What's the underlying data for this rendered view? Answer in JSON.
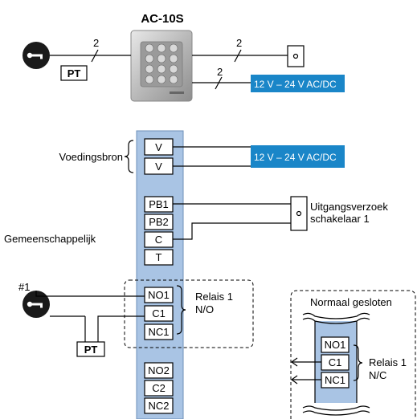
{
  "device": {
    "title": "AC-10S"
  },
  "top": {
    "wire_count_left": "2",
    "wire_count_right_top": "2",
    "wire_count_right_bottom": "2",
    "pt_label": "PT",
    "power_label": "12 V – 24 V AC/DC"
  },
  "power": {
    "label": "Voedingsbron",
    "terminals": [
      "V",
      "V"
    ],
    "supply_label": "12 V – 24 V AC/DC"
  },
  "common": {
    "label": "Gemeenschappelijk",
    "terminals": [
      "PB1",
      "PB2",
      "C",
      "T"
    ],
    "exit_label_line1": "Uitgangsverzoek",
    "exit_label_line2": "schakelaar 1"
  },
  "relay1": {
    "marker": "#1",
    "terminals": [
      "NO1",
      "C1",
      "NC1"
    ],
    "label_line1": "Relais 1",
    "label_line2": "N/O",
    "pt_label": "PT"
  },
  "relay2": {
    "terminals": [
      "NO2",
      "C2",
      "NC2"
    ]
  },
  "inset": {
    "title": "Normaal gesloten",
    "terminals": [
      "NO1",
      "C1",
      "NC1"
    ],
    "label_line1": "Relais 1",
    "label_line2": "N/C"
  },
  "colors": {
    "strip_fill": "#a9c4e4",
    "strip_stroke": "#6d8fb8",
    "supply_fill": "#1a86c8",
    "key_fill": "#1a1a1a"
  },
  "icons": [
    "key-icon",
    "keypad-icon",
    "push-button-icon",
    "arrow-icon"
  ]
}
